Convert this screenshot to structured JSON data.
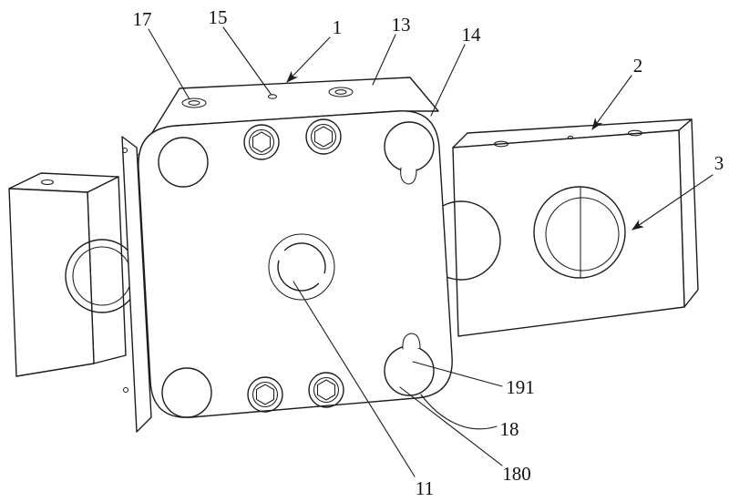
{
  "figure": {
    "kind": "patent-style mechanical assembly line drawing",
    "background": "#ffffff",
    "line_color": "#1c1c1c",
    "label_color": "#111111",
    "labels": [
      {
        "ref": "17",
        "arrow": false
      },
      {
        "ref": "15",
        "arrow": false
      },
      {
        "ref": "1",
        "arrow": true
      },
      {
        "ref": "13",
        "arrow": false
      },
      {
        "ref": "14",
        "arrow": false
      },
      {
        "ref": "2",
        "arrow": true
      },
      {
        "ref": "3",
        "arrow": true
      },
      {
        "ref": "191",
        "arrow": false
      },
      {
        "ref": "18",
        "arrow": false
      },
      {
        "ref": "180",
        "arrow": false
      },
      {
        "ref": "11",
        "arrow": false
      }
    ]
  }
}
